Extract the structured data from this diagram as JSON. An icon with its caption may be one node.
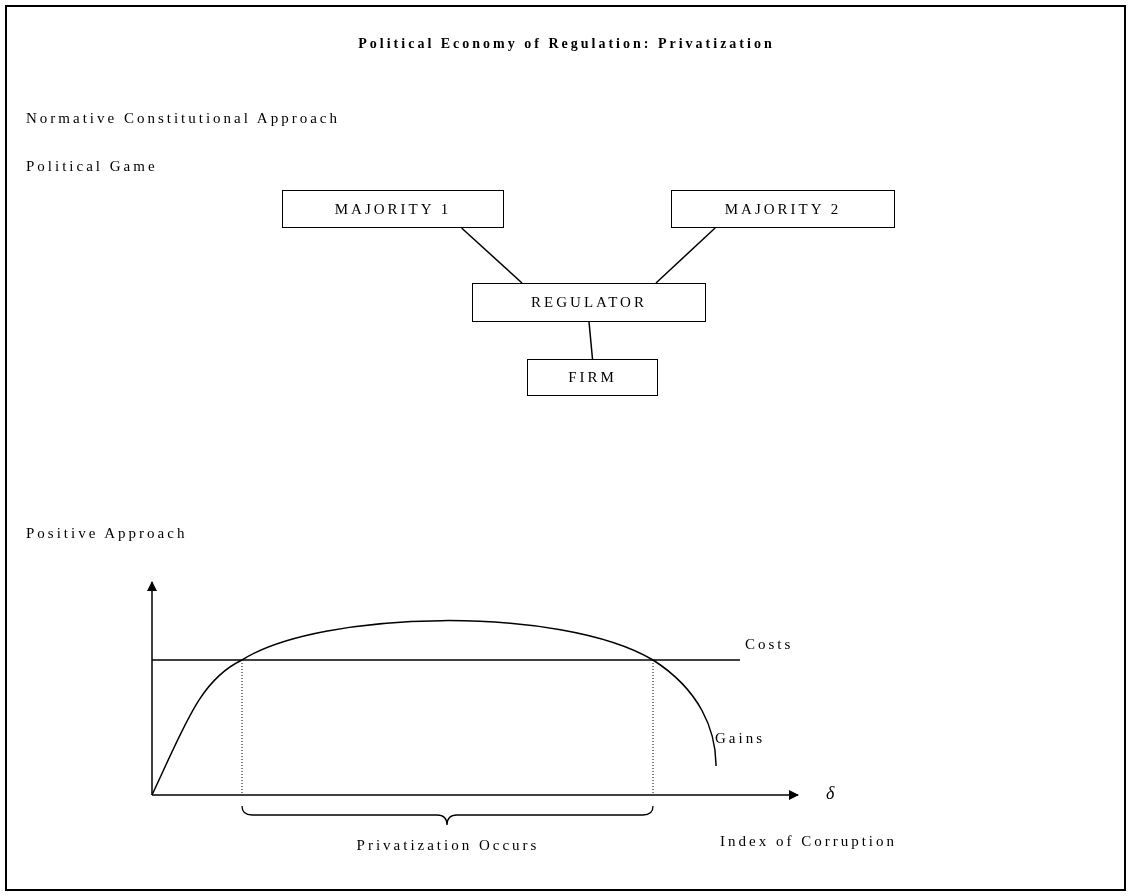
{
  "diagram": {
    "title": "Political Economy of Regulation: Privatization",
    "nodes": [
      {
        "text": [
          "MAJORITY 1"
        ]
      },
      {
        "text": [
          "MAJORITY 2"
        ]
      },
      {
        "text": [
          "REGULATOR"
        ]
      },
      {
        "text": [
          "FIRM"
        ]
      }
    ],
    "edges": [
      {
        "from": 0,
        "to": 2,
        "arrow": "none"
      },
      {
        "from": 1,
        "to": 2,
        "arrow": "none"
      },
      {
        "from": 2,
        "to": 3,
        "arrow": "none"
      }
    ],
    "labels": [
      "Normative Constitutional Approach",
      "Political Game",
      "Positive Approach",
      "Costs",
      "Gains",
      "δ",
      "Privatization Occurs",
      "Index of Corruption"
    ]
  }
}
